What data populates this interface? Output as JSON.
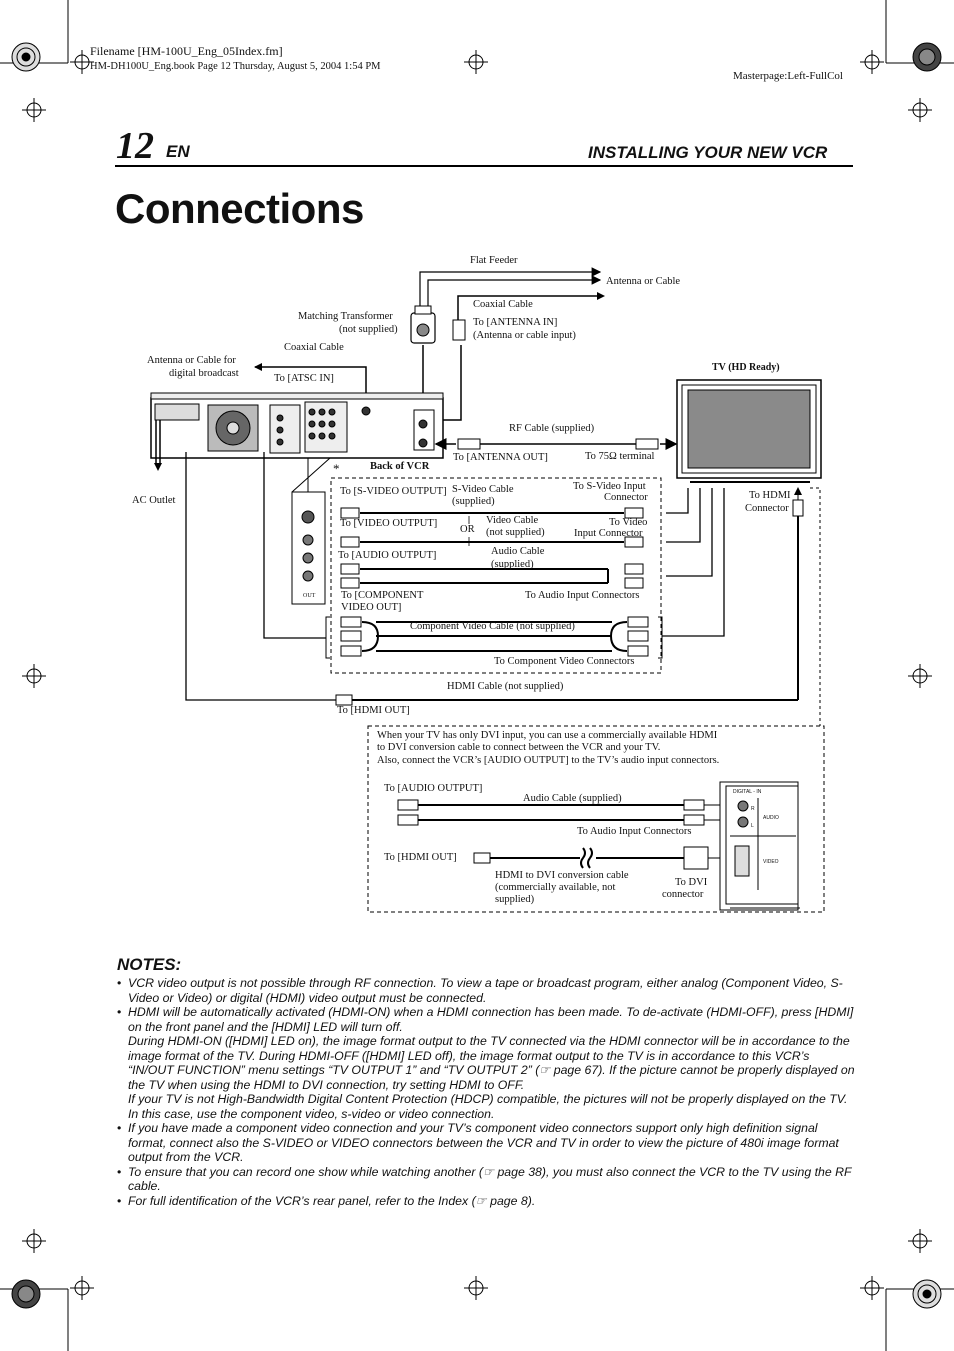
{
  "header": {
    "filename": "Filename [HM-100U_Eng_05Index.fm]",
    "book_line": "HM-DH100U_Eng.book  Page 12  Thursday, August 5, 2004  1:54 PM",
    "masterpage": "Masterpage:Left-FullCol"
  },
  "page": {
    "number": "12",
    "lang": "EN",
    "section": "INSTALLING YOUR NEW VCR",
    "title": "Connections"
  },
  "diagram": {
    "flat_feeder": "Flat Feeder",
    "antenna_or_cable": "Antenna or Cable",
    "coaxial_cable_top": "Coaxial Cable",
    "matching_transformer": "Matching Transformer",
    "not_supplied": "(not supplied)",
    "to_antenna_in": "To [ANTENNA IN]",
    "antenna_in_paren": "(Antenna or cable input)",
    "coaxial_cable_left": "Coaxial Cable",
    "antenna_digital_1": "Antenna or Cable for",
    "antenna_digital_2": "digital broadcast",
    "to_atsc_in": "To [ATSC IN]",
    "tv_label": "TV (HD Ready)",
    "rf_cable": "RF Cable (supplied)",
    "to_antenna_out": "To [ANTENNA OUT]",
    "to_75_terminal": "To 75Ω terminal",
    "back_of_vcr": "Back of VCR",
    "asterisk": "*",
    "ac_outlet": "AC Outlet",
    "to_hdmi_connector_1": "To HDMI",
    "to_hdmi_connector_2": "Connector",
    "to_s_video_output": "To [S-VIDEO OUTPUT]",
    "s_video_cable_1": "S-Video Cable",
    "s_video_cable_2": "(supplied)",
    "to_s_video_input_1": "To S-Video Input",
    "to_s_video_input_2": "Connector",
    "to_video_output": "To [VIDEO OUTPUT]",
    "or": "OR",
    "video_cable_1": "Video Cable",
    "video_cable_2": "(not supplied)",
    "to_video_input_1": "To Video",
    "to_video_input_2": "Input Connector",
    "to_audio_output": "To [AUDIO OUTPUT]",
    "audio_cable_1": "Audio Cable",
    "audio_cable_2": "(supplied)",
    "to_component_1": "To [COMPONENT",
    "to_component_2": "VIDEO OUT]",
    "to_audio_input": "To Audio Input Connectors",
    "component_cable": "Component Video Cable (not supplied)",
    "to_component_connectors": "To Component Video Connectors",
    "hdmi_cable": "HDMI Cable (not supplied)",
    "to_hdmi_out": "To [HDMI OUT]",
    "panel_out": "OUT"
  },
  "dvi_box": {
    "note_1": "When your TV has only DVI input, you can use a commercially available HDMI",
    "note_2": "to DVI conversion cable to connect between the VCR and your TV.",
    "note_3": "Also, connect the VCR’s [AUDIO OUTPUT] to the TV’s audio input connectors.",
    "to_audio_output": "To [AUDIO OUTPUT]",
    "audio_cable": "Audio Cable (supplied)",
    "to_audio_input": "To Audio Input Connectors",
    "to_hdmi_out": "To [HDMI OUT]",
    "conv_1": "HDMI to DVI conversion cable",
    "conv_2": "(commercially available, not",
    "conv_3": "supplied)",
    "to_dvi_1": "To DVI",
    "to_dvi_2": "connector",
    "panel_digital_in": "DIGITAL - IN",
    "panel_audio": "AUDIO",
    "panel_video": "VIDEO",
    "panel_r": "R",
    "panel_l": "L"
  },
  "notes": {
    "heading": "NOTES:",
    "n1": "VCR video output is not possible through RF connection. To view a tape or broadcast program, either analog  (Component Video, S-Video or Video) or digital (HDMI) video output must be connected.",
    "n2a": "HDMI will be automatically activated (HDMI-ON) when a HDMI connection has been made. To de-activate (HDMI-OFF), press [HDMI] on the front panel and the [HDMI] LED will turn off.",
    "n2b": "During HDMI-ON ([HDMI] LED on), the image format output to the TV connected via the HDMI connector will be in accordance to the image format of the TV. During HDMI-OFF ([HDMI] LED off), the image format output to the TV is in accordance to this VCR’s “IN/OUT FUNCTION” menu settings “TV OUTPUT 1” and “TV OUTPUT 2” (☞ page 67). If the picture cannot be properly displayed on the TV when using the HDMI to DVI connection, try setting HDMI to OFF.",
    "n2c": "If your TV is not High-Bandwidth Digital Content Protection (HDCP) compatible, the pictures will not be properly displayed on the TV. In this case, use the component video, s-video or video connection.",
    "n3": "If you have made a component video connection and your TV’s component video connectors support only high definition signal format, connect also the S-VIDEO or VIDEO connectors between the VCR and TV in order to view the picture of 480i image format output from the VCR.",
    "n4": "To ensure that you can record one show while watching another (☞ page 38), you must also connect the VCR to the TV using the RF cable.",
    "n5": "For full identification of the VCR’s rear panel, refer to the Index (☞ page 8)."
  }
}
